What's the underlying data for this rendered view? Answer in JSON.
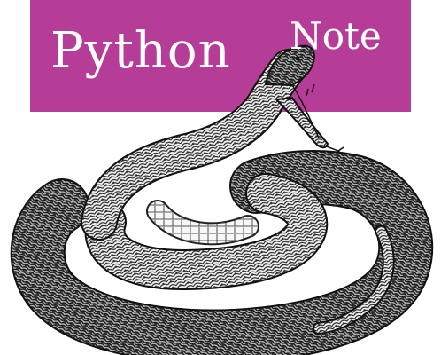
{
  "cover": {
    "banner_color": "#b63d97",
    "title_words": [
      "Python",
      "Note"
    ],
    "illustration": "coiled-snake-engraving"
  }
}
